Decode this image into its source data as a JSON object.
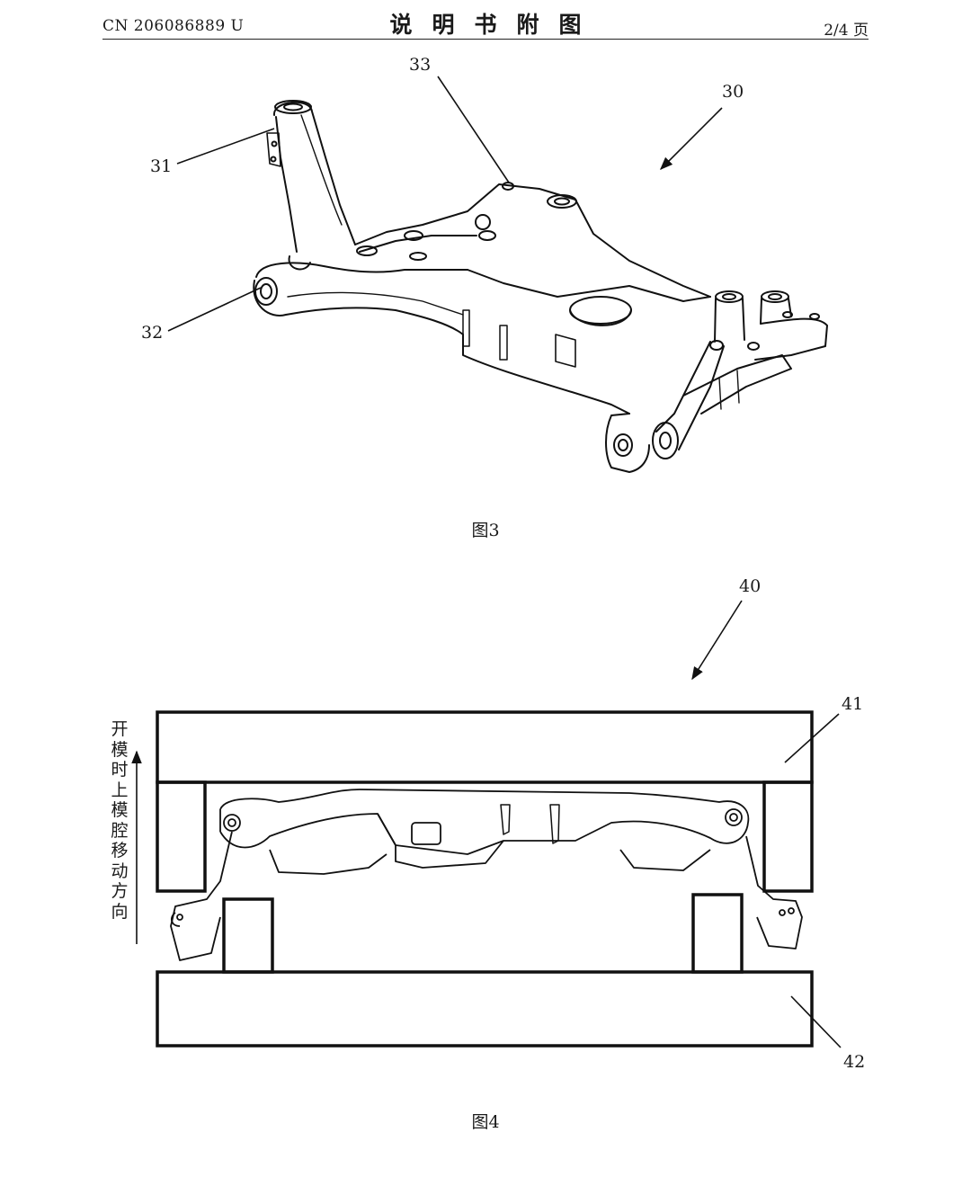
{
  "header": {
    "patent_number": "CN 206086889 U",
    "title": "说明书附图",
    "page": "2/4 页"
  },
  "figure3": {
    "caption": "图3",
    "labels": {
      "assembly": "30",
      "part_a": "31",
      "part_b": "32",
      "part_c": "33"
    }
  },
  "figure4": {
    "caption": "图4",
    "labels": {
      "assembly": "40",
      "upper_mold": "41",
      "lower_mold": "42"
    },
    "direction_chars": [
      "开",
      "模",
      "时",
      "上",
      "模",
      "腔",
      "移",
      "动",
      "方",
      "向"
    ]
  }
}
